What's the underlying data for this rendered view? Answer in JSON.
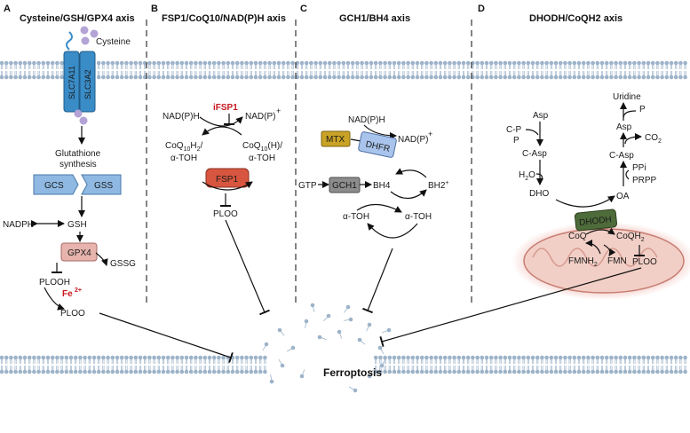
{
  "panels": {
    "a": {
      "letter": "A",
      "title": "Cysteine/GSH/GPX4 axis"
    },
    "b": {
      "letter": "B",
      "title": "FSP1/CoQ10/NAD(P)H axis"
    },
    "c": {
      "letter": "C",
      "title": "GCH1/BH4 axis"
    },
    "d": {
      "letter": "D",
      "title": "DHODH/CoQH2 axis"
    }
  },
  "colors": {
    "membrane": "#9db3c9",
    "transporter": "#3a8cc7",
    "gcs_gss": "#8fb9e2",
    "gpx4": "#e6b3ad",
    "fsp1": "#d8563f",
    "mtx": "#c9a227",
    "dhfr": "#a9c4ec",
    "gch1": "#8c8c8c",
    "dhodh": "#4e6b3a",
    "mito": "#f2cfc6",
    "red_text": "#c8161d"
  },
  "a": {
    "cysteine": "Cysteine",
    "slc7a11": "SLC7A11",
    "slc3a2": "SLC3A2",
    "glutathione_1": "Glutathione",
    "glutathione_2": "synthesis",
    "gcs": "GCS",
    "gss": "GSS",
    "nadph": "NADPH",
    "gsh": "GSH",
    "gpx4": "GPX4",
    "gssg": "GSSG",
    "plooh": "PLOOH",
    "fe": "Fe",
    "fe_sup": "2+",
    "ploo": "PLOO"
  },
  "b": {
    "ifsp1": "iFSP1",
    "nadph": "NAD(P)H",
    "nadp": "NAD(P)",
    "nadp_sup": "+",
    "coq_left_1": "CoQ",
    "coq_left_sub": "10",
    "coq_left_2": "H",
    "coq_left_sub2": "2",
    "coq_left_3": "/",
    "atoh_left": "α-TOH",
    "coq_right_1": "CoQ",
    "coq_right_sub": "10",
    "coq_right_2": "(H)",
    "coq_right_3": "/",
    "atoh_right": "α-TOH",
    "fsp1": "FSP1",
    "ploo": "PLOO"
  },
  "c": {
    "nadph": "NAD(P)H",
    "mtx": "MTX",
    "dhfr": "DHFR",
    "nadp": "NAD(P)",
    "nadp_sup": "+",
    "gtp": "GTP",
    "gch1": "GCH1",
    "bh4": "BH4",
    "bh2": "BH2",
    "bh2_sup": "+",
    "atoh_left": "α-TOH",
    "atoh_right": "α-TOH"
  },
  "d": {
    "uridine": "Uridine",
    "p_top": "P",
    "asp_right": "Asp",
    "co2": "CO",
    "co2_sub": "2",
    "casp_right": "C-Asp",
    "ppi": "PPi",
    "prpp": "PRPP",
    "oa": "OA",
    "asp_left": "Asp",
    "cp": "C-P",
    "p_left": "P",
    "casp_left": "C-Asp",
    "h2o_1": "H",
    "h2o_sub": "2",
    "h2o_2": "O",
    "dho": "DHO",
    "dhodh": "DHODH",
    "coq": "CoQ",
    "coqh2": "CoQH",
    "coqh2_sub": "2",
    "fmnh2": "FMNH",
    "fmnh2_sub": "2",
    "fmn": "FMN",
    "ploo": "PLOO"
  },
  "ferroptosis": "Ferroptosis"
}
